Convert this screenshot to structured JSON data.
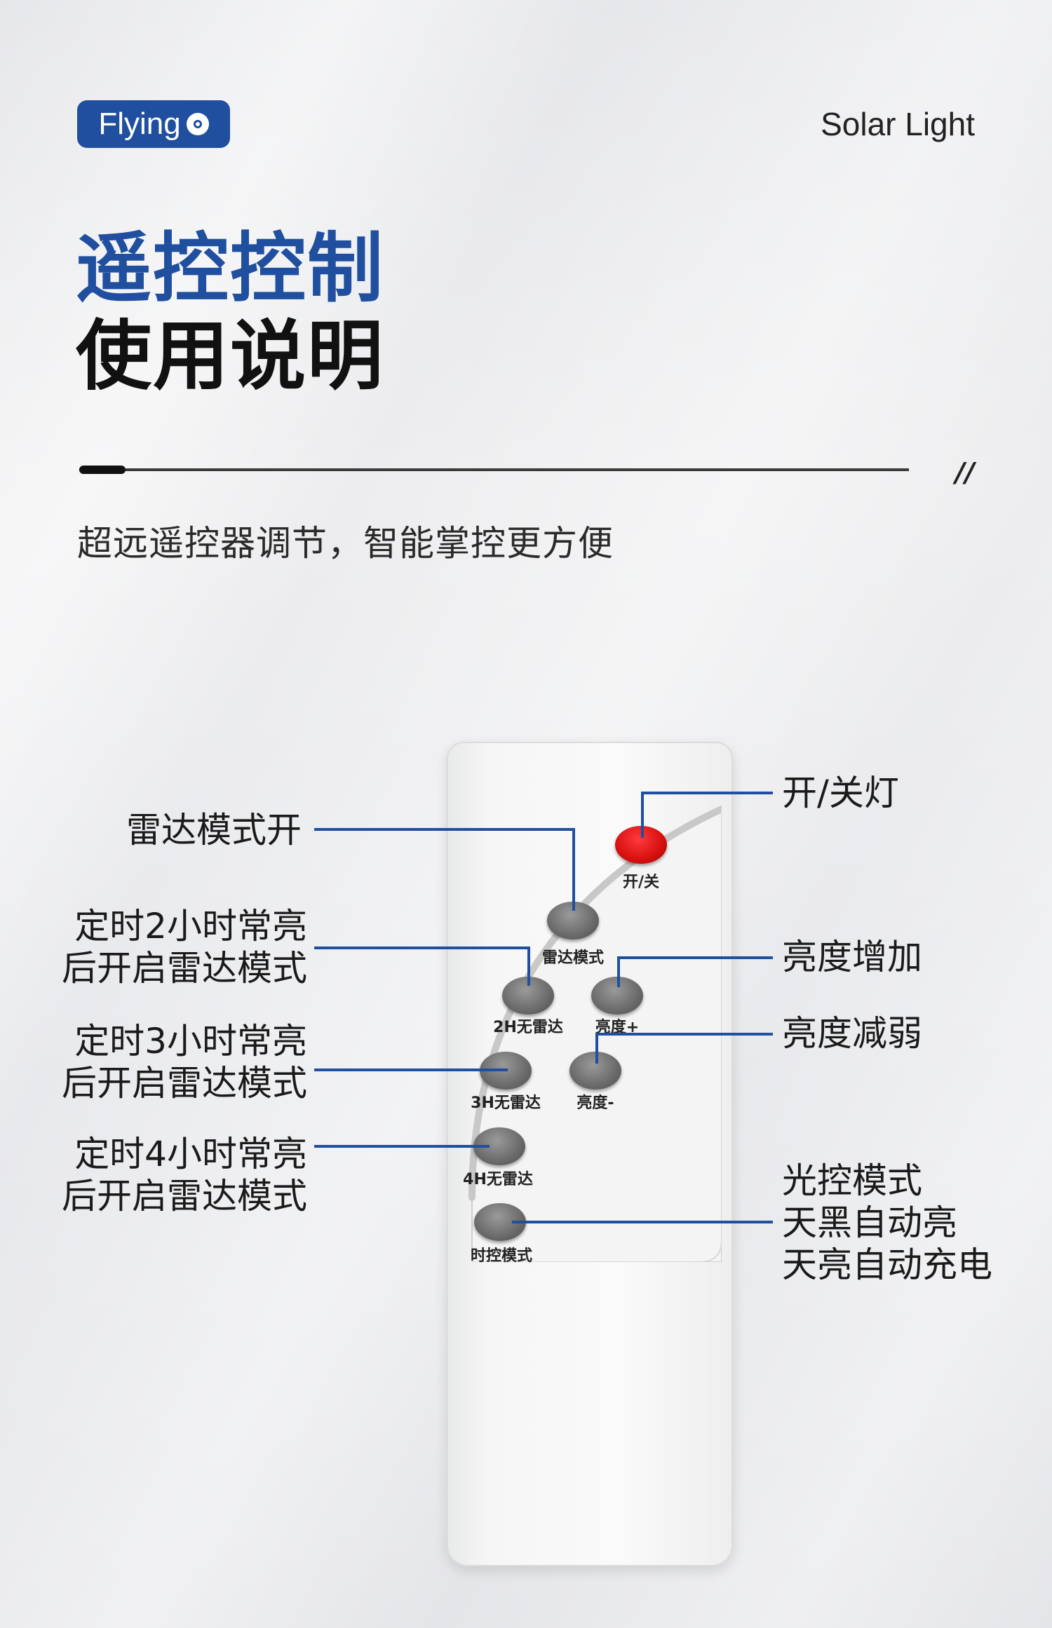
{
  "header": {
    "brand": "Flying",
    "category": "Solar Light"
  },
  "title": {
    "line1": "遥控控制",
    "line2": "使用说明"
  },
  "divider_mark": "//",
  "tagline": "超远遥控器调节，智能掌控更方便",
  "remote": {
    "buttons": [
      {
        "id": "power",
        "label": "开/关"
      },
      {
        "id": "radar",
        "label": "雷达模式"
      },
      {
        "id": "2h",
        "label": "2H无雷达"
      },
      {
        "id": "bright_up",
        "label": "亮度+"
      },
      {
        "id": "3h",
        "label": "3H无雷达"
      },
      {
        "id": "bright_down",
        "label": "亮度-"
      },
      {
        "id": "4h",
        "label": "4H无雷达"
      },
      {
        "id": "timer",
        "label": "时控模式"
      }
    ]
  },
  "callouts": {
    "radar_on": "雷达模式开",
    "t2_line1": "定时2小时常亮",
    "t2_line2": "后开启雷达模式",
    "t3_line1": "定时3小时常亮",
    "t3_line2": "后开启雷达模式",
    "t4_line1": "定时4小时常亮",
    "t4_line2": "后开启雷达模式",
    "power": "开/关灯",
    "bright_up": "亮度增加",
    "bright_down": "亮度减弱",
    "light_line1": "光控模式",
    "light_line2": "天黑自动亮",
    "light_line3": "天亮自动充电"
  },
  "colors": {
    "accent": "#1f4f9e",
    "power_button": "#d60f0f",
    "button_gray": "#6e6e6e"
  }
}
